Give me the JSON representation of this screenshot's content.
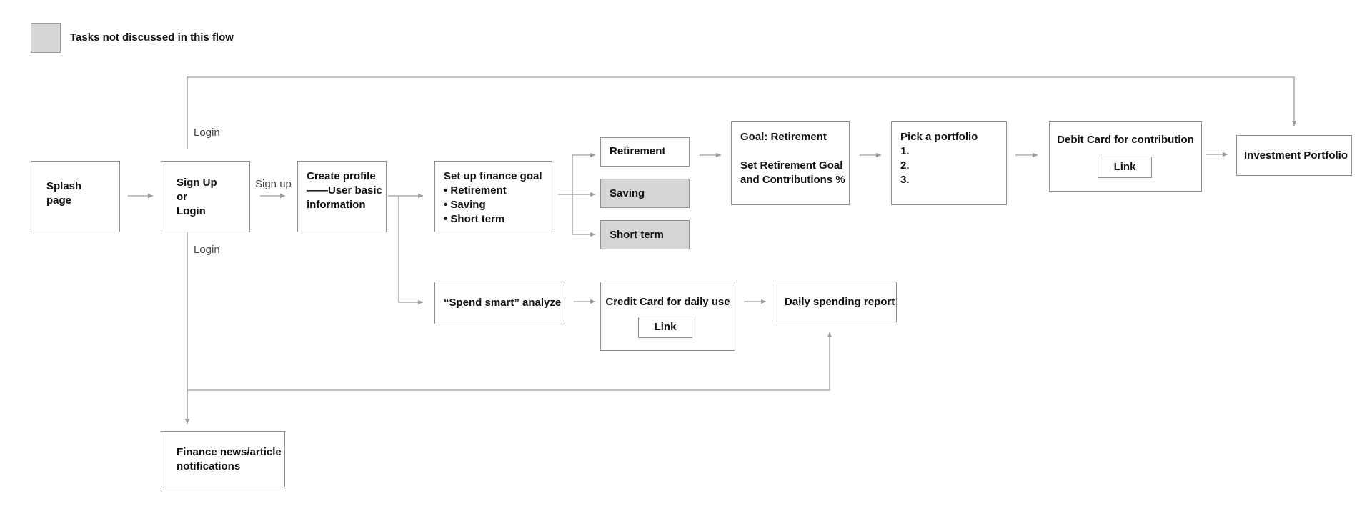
{
  "legend": {
    "text": "Tasks not discussed in this flow",
    "color": "#d6d6d6"
  },
  "edge_labels": {
    "login_top": "Login",
    "sign_up": "Sign up",
    "login_bottom": "Login"
  },
  "nodes": {
    "splash": "Splash\npage",
    "signup": "Sign Up\nor\nLogin",
    "profile": "Create profile\n——User basic\ninformation",
    "finance_goal": [
      "Set up finance goal",
      "• Retirement",
      "• Saving",
      "• Short term"
    ],
    "retirement": "Retirement",
    "saving": "Saving",
    "short_term": "Short term",
    "goal_retirement": [
      "Goal: Retirement",
      "",
      "Set Retirement Goal",
      "and Contributions %"
    ],
    "pick_portfolio": [
      "Pick a portfolio",
      "1.",
      "2.",
      "3."
    ],
    "debit_card": "Debit Card for contribution",
    "debit_link": "Link",
    "investment": "Investment Portfolio",
    "spend_smart": "“Spend smart” analyze",
    "credit_card": "Credit Card for daily use",
    "credit_link": "Link",
    "daily_report": "Daily spending report",
    "finance_news": "Finance news/article\nnotifications"
  },
  "colors": {
    "line": "#9a9a9a",
    "border": "#8f8f8f",
    "not_discussed": "#d6d6d6"
  }
}
